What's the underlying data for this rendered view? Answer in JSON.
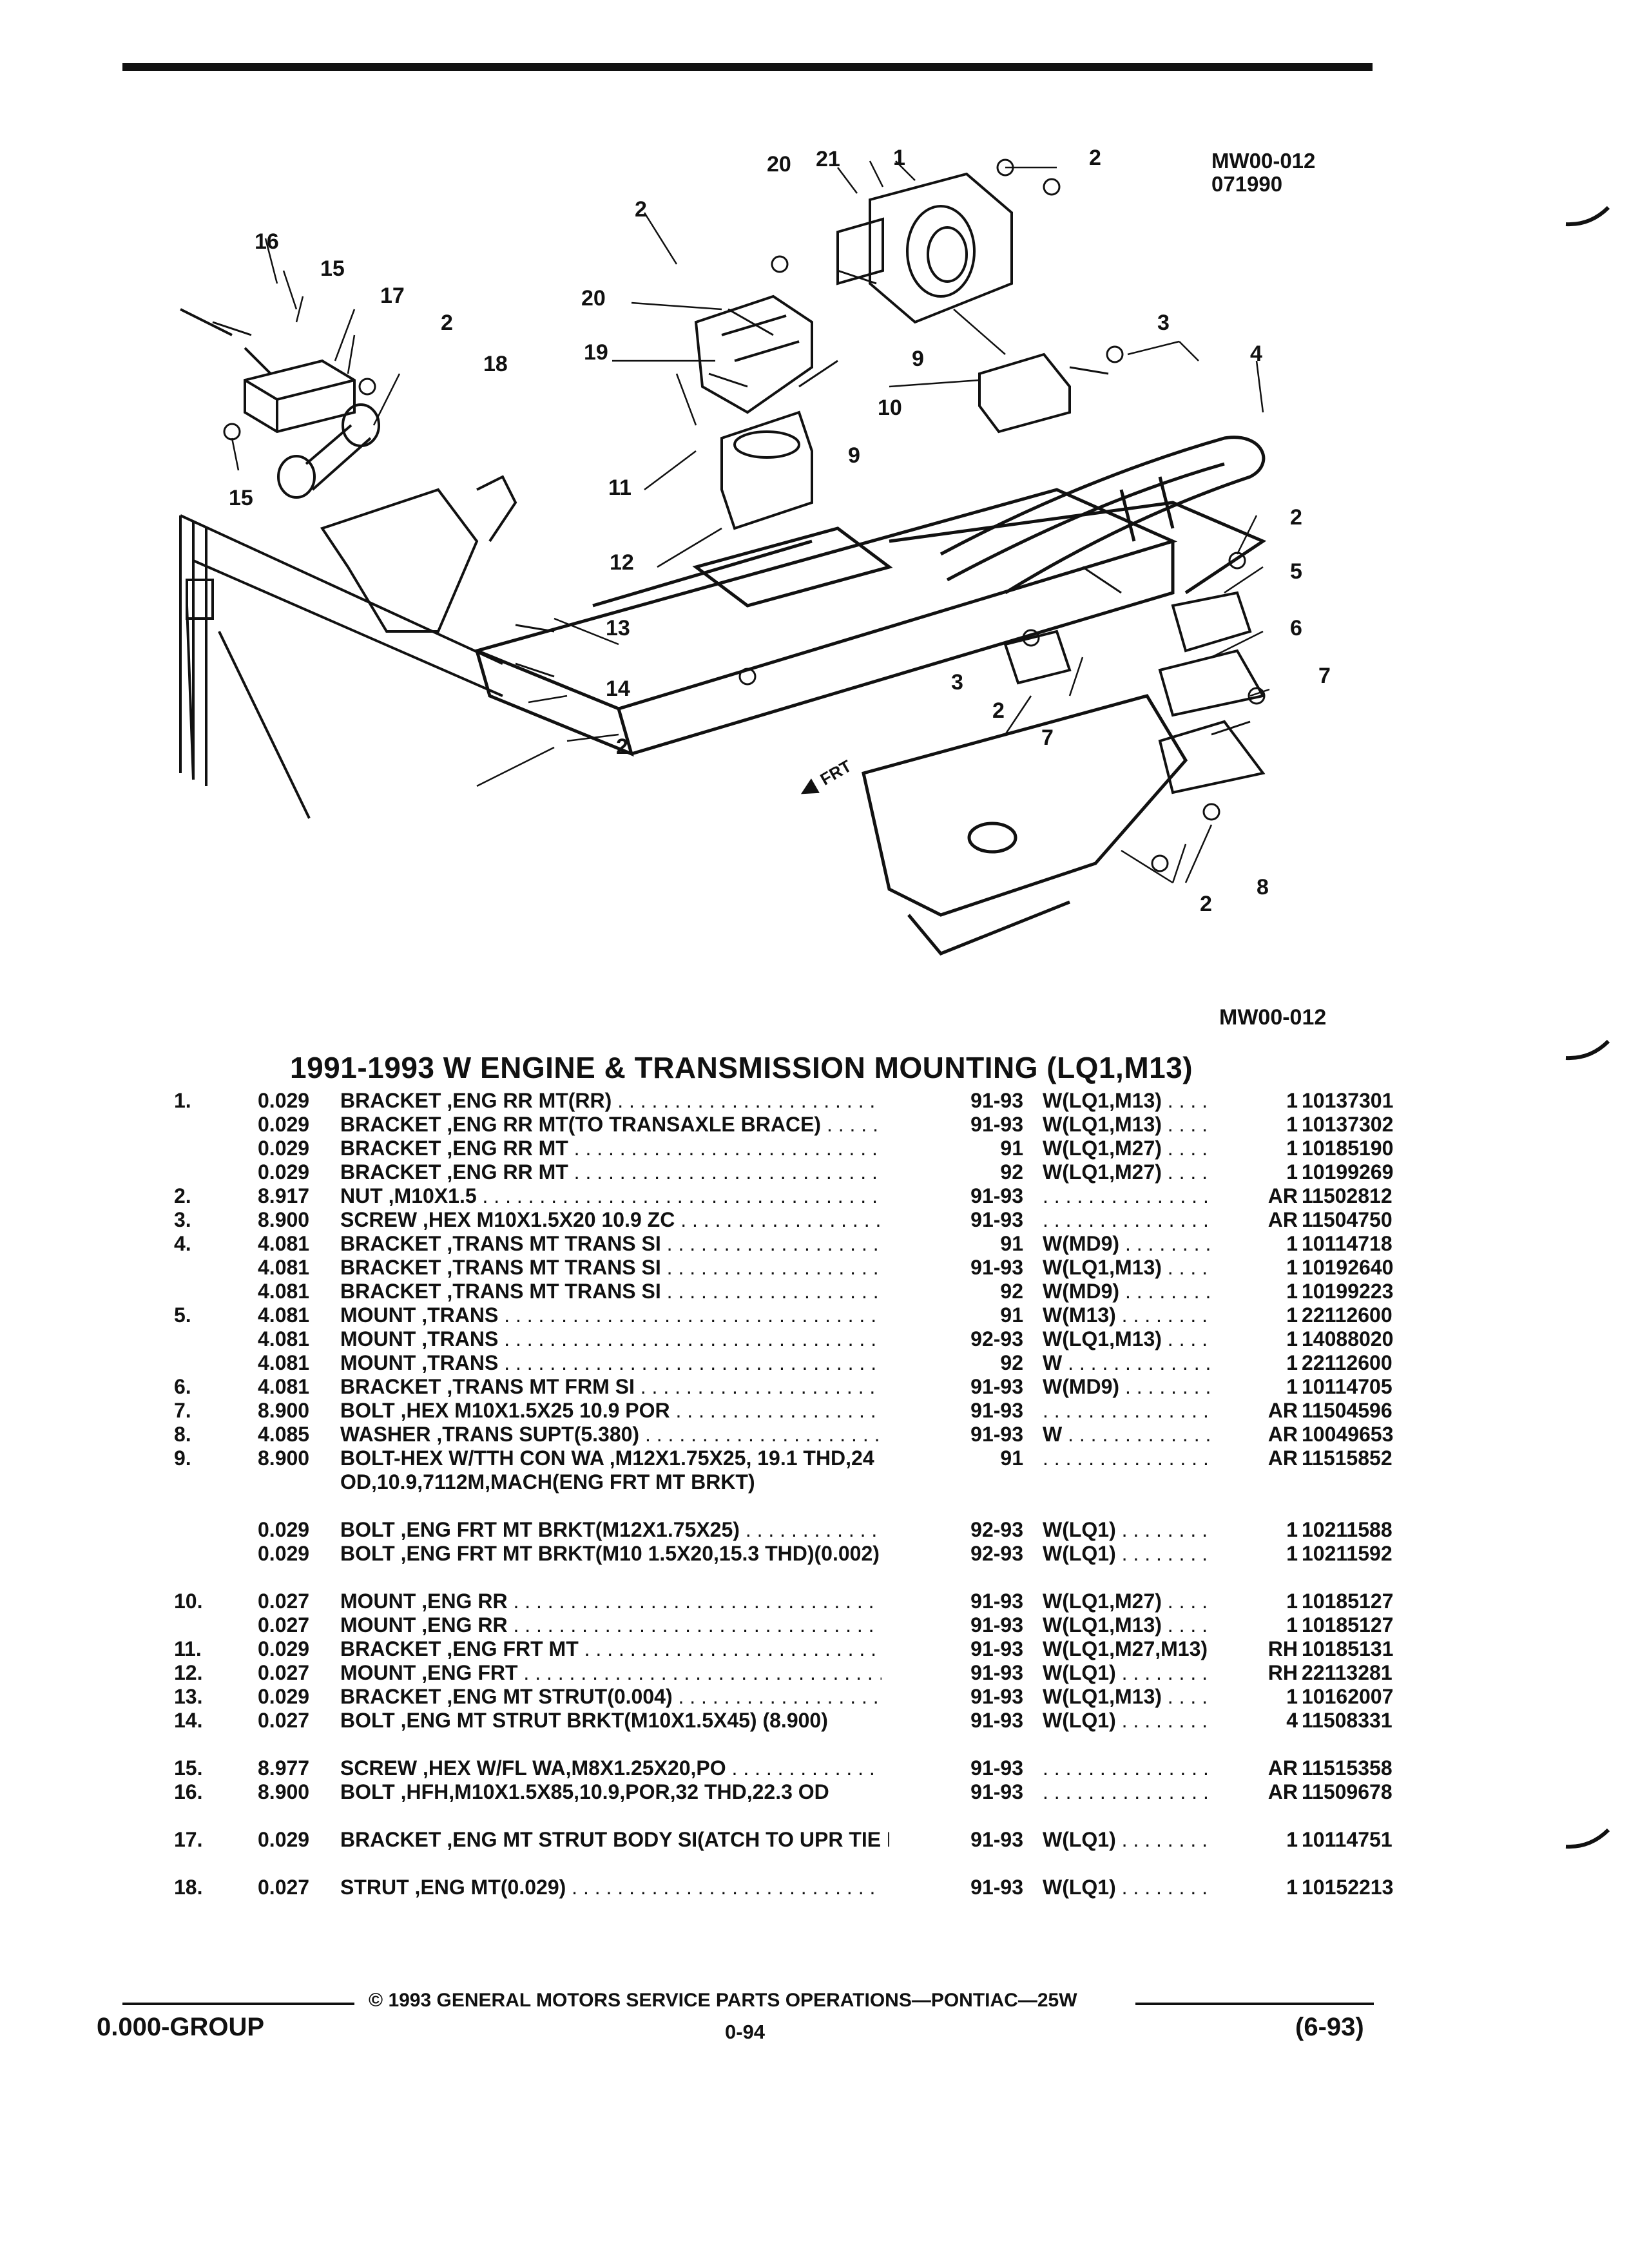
{
  "figure": {
    "id": "MW00-012",
    "date_code": "071990",
    "ref": "MW00-012",
    "frt_label": "FRT",
    "callouts": [
      "1",
      "2",
      "3",
      "4",
      "5",
      "6",
      "7",
      "8",
      "9",
      "10",
      "11",
      "12",
      "13",
      "14",
      "15",
      "16",
      "17",
      "18",
      "19",
      "20",
      "21"
    ]
  },
  "title": "1991-1993 W ENGINE & TRANSMISSION MOUNTING (LQ1,M13)",
  "parts": [
    {
      "ref": "1.",
      "qty": "0.029",
      "desc": "BRACKET ,ENG RR MT(RR)",
      "years": "91-93",
      "usage": "W(LQ1,M13)",
      "qt": "1",
      "part": "10137301"
    },
    {
      "ref": "",
      "qty": "0.029",
      "desc": "BRACKET ,ENG RR MT(TO TRANSAXLE BRACE)",
      "years": "91-93",
      "usage": "W(LQ1,M13)",
      "qt": "1",
      "part": "10137302"
    },
    {
      "ref": "",
      "qty": "0.029",
      "desc": "BRACKET ,ENG RR MT",
      "years": "91",
      "usage": "W(LQ1,M27)",
      "qt": "1",
      "part": "10185190"
    },
    {
      "ref": "",
      "qty": "0.029",
      "desc": "BRACKET ,ENG RR MT",
      "years": "92",
      "usage": "W(LQ1,M27)",
      "qt": "1",
      "part": "10199269"
    },
    {
      "ref": "2.",
      "qty": "8.917",
      "desc": "NUT ,M10X1.5",
      "years": "91-93",
      "usage": "",
      "qt": "AR",
      "part": "11502812"
    },
    {
      "ref": "3.",
      "qty": "8.900",
      "desc": "SCREW ,HEX M10X1.5X20 10.9 ZC",
      "years": "91-93",
      "usage": "",
      "qt": "AR",
      "part": "11504750"
    },
    {
      "ref": "4.",
      "qty": "4.081",
      "desc": "BRACKET ,TRANS MT TRANS SI",
      "years": "91",
      "usage": "W(MD9)",
      "qt": "1",
      "part": "10114718"
    },
    {
      "ref": "",
      "qty": "4.081",
      "desc": "BRACKET ,TRANS MT TRANS SI",
      "years": "91-93",
      "usage": "W(LQ1,M13)",
      "qt": "1",
      "part": "10192640"
    },
    {
      "ref": "",
      "qty": "4.081",
      "desc": "BRACKET ,TRANS MT TRANS SI",
      "years": "92",
      "usage": "W(MD9)",
      "qt": "1",
      "part": "10199223"
    },
    {
      "ref": "5.",
      "qty": "4.081",
      "desc": "MOUNT ,TRANS",
      "years": "91",
      "usage": "W(M13)",
      "qt": "1",
      "part": "22112600"
    },
    {
      "ref": "",
      "qty": "4.081",
      "desc": "MOUNT ,TRANS",
      "years": "92-93",
      "usage": "W(LQ1,M13)",
      "qt": "1",
      "part": "14088020"
    },
    {
      "ref": "",
      "qty": "4.081",
      "desc": "MOUNT ,TRANS",
      "years": "92",
      "usage": "W",
      "qt": "1",
      "part": "22112600"
    },
    {
      "ref": "6.",
      "qty": "4.081",
      "desc": "BRACKET ,TRANS MT FRM SI",
      "years": "91-93",
      "usage": "W(MD9)",
      "qt": "1",
      "part": "10114705"
    },
    {
      "ref": "7.",
      "qty": "8.900",
      "desc": "BOLT ,HEX M10X1.5X25 10.9 POR",
      "years": "91-93",
      "usage": "",
      "qt": "AR",
      "part": "11504596"
    },
    {
      "ref": "8.",
      "qty": "4.085",
      "desc": "WASHER ,TRANS SUPT(5.380)",
      "years": "91-93",
      "usage": "W",
      "qt": "AR",
      "part": "10049653"
    },
    {
      "ref": "9.",
      "qty": "8.900",
      "desc": "BOLT-HEX W/TTH CON WA ,M12X1.75X25, 19.1 THD,24 OD,10.9,7112M,MACH(ENG FRT MT BRKT)",
      "years": "91",
      "usage": "",
      "qt": "AR",
      "part": "11515852",
      "lines": 3
    },
    {
      "ref": "",
      "qty": "0.029",
      "desc": "BOLT ,ENG FRT MT BRKT(M12X1.75X25)",
      "years": "92-93",
      "usage": "W(LQ1)",
      "qt": "1",
      "part": "10211588"
    },
    {
      "ref": "",
      "qty": "0.029",
      "desc": "BOLT ,ENG FRT MT BRKT(M10 1.5X20,15.3 THD)(0.002)",
      "years": "92-93",
      "usage": "W(LQ1)",
      "qt": "1",
      "part": "10211592",
      "lines": 2
    },
    {
      "ref": "10.",
      "qty": "0.027",
      "desc": "MOUNT ,ENG RR",
      "years": "91-93",
      "usage": "W(LQ1,M27)",
      "qt": "1",
      "part": "10185127"
    },
    {
      "ref": "",
      "qty": "0.027",
      "desc": "MOUNT ,ENG RR",
      "years": "91-93",
      "usage": "W(LQ1,M13)",
      "qt": "1",
      "part": "10185127"
    },
    {
      "ref": "11.",
      "qty": "0.029",
      "desc": "BRACKET ,ENG FRT MT",
      "years": "91-93",
      "usage": "W(LQ1,M27,M13)",
      "qt": "RH",
      "part": "10185131"
    },
    {
      "ref": "12.",
      "qty": "0.027",
      "desc": "MOUNT ,ENG FRT",
      "years": "91-93",
      "usage": "W(LQ1)",
      "qt": "RH",
      "part": "22113281"
    },
    {
      "ref": "13.",
      "qty": "0.029",
      "desc": "BRACKET ,ENG MT STRUT(0.004)",
      "years": "91-93",
      "usage": "W(LQ1,M13)",
      "qt": "1",
      "part": "10162007"
    },
    {
      "ref": "14.",
      "qty": "0.027",
      "desc": "BOLT ,ENG MT STRUT BRKT(M10X1.5X45) (8.900)",
      "years": "91-93",
      "usage": "W(LQ1)",
      "qt": "4",
      "part": "11508331",
      "lines": 2
    },
    {
      "ref": "15.",
      "qty": "8.977",
      "desc": "SCREW ,HEX W/FL WA,M8X1.25X20,PO",
      "years": "91-93",
      "usage": "",
      "qt": "AR",
      "part": "11515358"
    },
    {
      "ref": "16.",
      "qty": "8.900",
      "desc": "BOLT ,HFH,M10X1.5X85,10.9,POR,32 THD,22.3 OD",
      "years": "91-93",
      "usage": "",
      "qt": "AR",
      "part": "11509678",
      "lines": 2
    },
    {
      "ref": "17.",
      "qty": "0.029",
      "desc": "BRACKET ,ENG MT STRUT BODY SI(ATCH TO UPR TIE BAR)",
      "years": "91-93",
      "usage": "W(LQ1)",
      "qt": "1",
      "part": "10114751",
      "lines": 2
    },
    {
      "ref": "18.",
      "qty": "0.027",
      "desc": "STRUT ,ENG MT(0.029)",
      "years": "91-93",
      "usage": "W(LQ1)",
      "qt": "1",
      "part": "10152213"
    }
  ],
  "footer": {
    "copyright": "© 1993 GENERAL MOTORS SERVICE PARTS OPERATIONS—PONTIAC—25W",
    "group": "0.000-GROUP",
    "page": "0-94",
    "date": "(6-93)"
  }
}
